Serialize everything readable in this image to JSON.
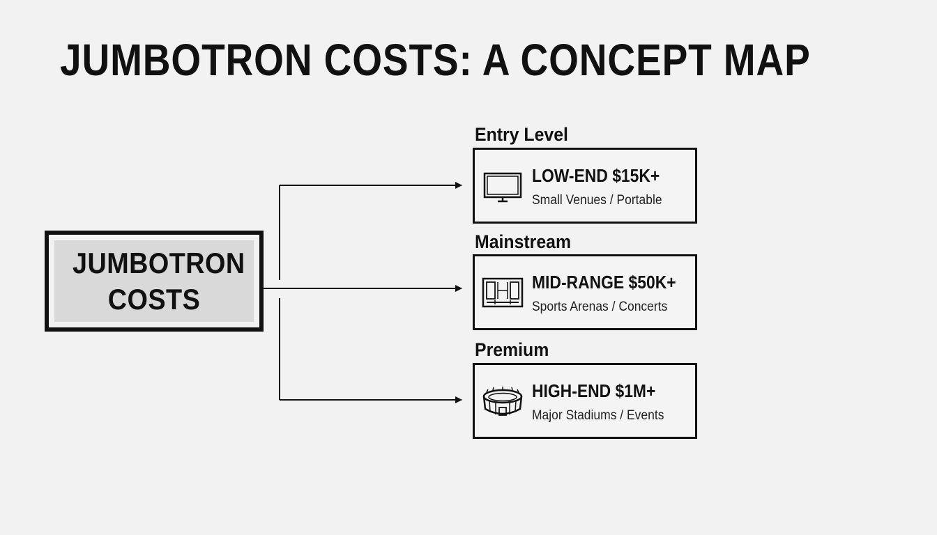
{
  "title": "JUMBOTRON COSTS: A CONCEPT MAP",
  "root": {
    "label": "JUMBOTRON COSTS"
  },
  "tiers": [
    {
      "heading": "Entry Level",
      "label": "LOW-END $15K+",
      "description": "Small Venues / Portable",
      "icon": "monitor-icon"
    },
    {
      "heading": "Mainstream",
      "label": "MID-RANGE $50K+",
      "description": "Sports Arenas / Concerts",
      "icon": "scoreboard-icon"
    },
    {
      "heading": "Premium",
      "label": "HIGH-END $1M+",
      "description": "Major Stadiums / Events",
      "icon": "stadium-icon"
    }
  ],
  "colors": {
    "background": "#f2f2f2",
    "ink": "#111111",
    "root_fill": "#d9d9d9"
  }
}
